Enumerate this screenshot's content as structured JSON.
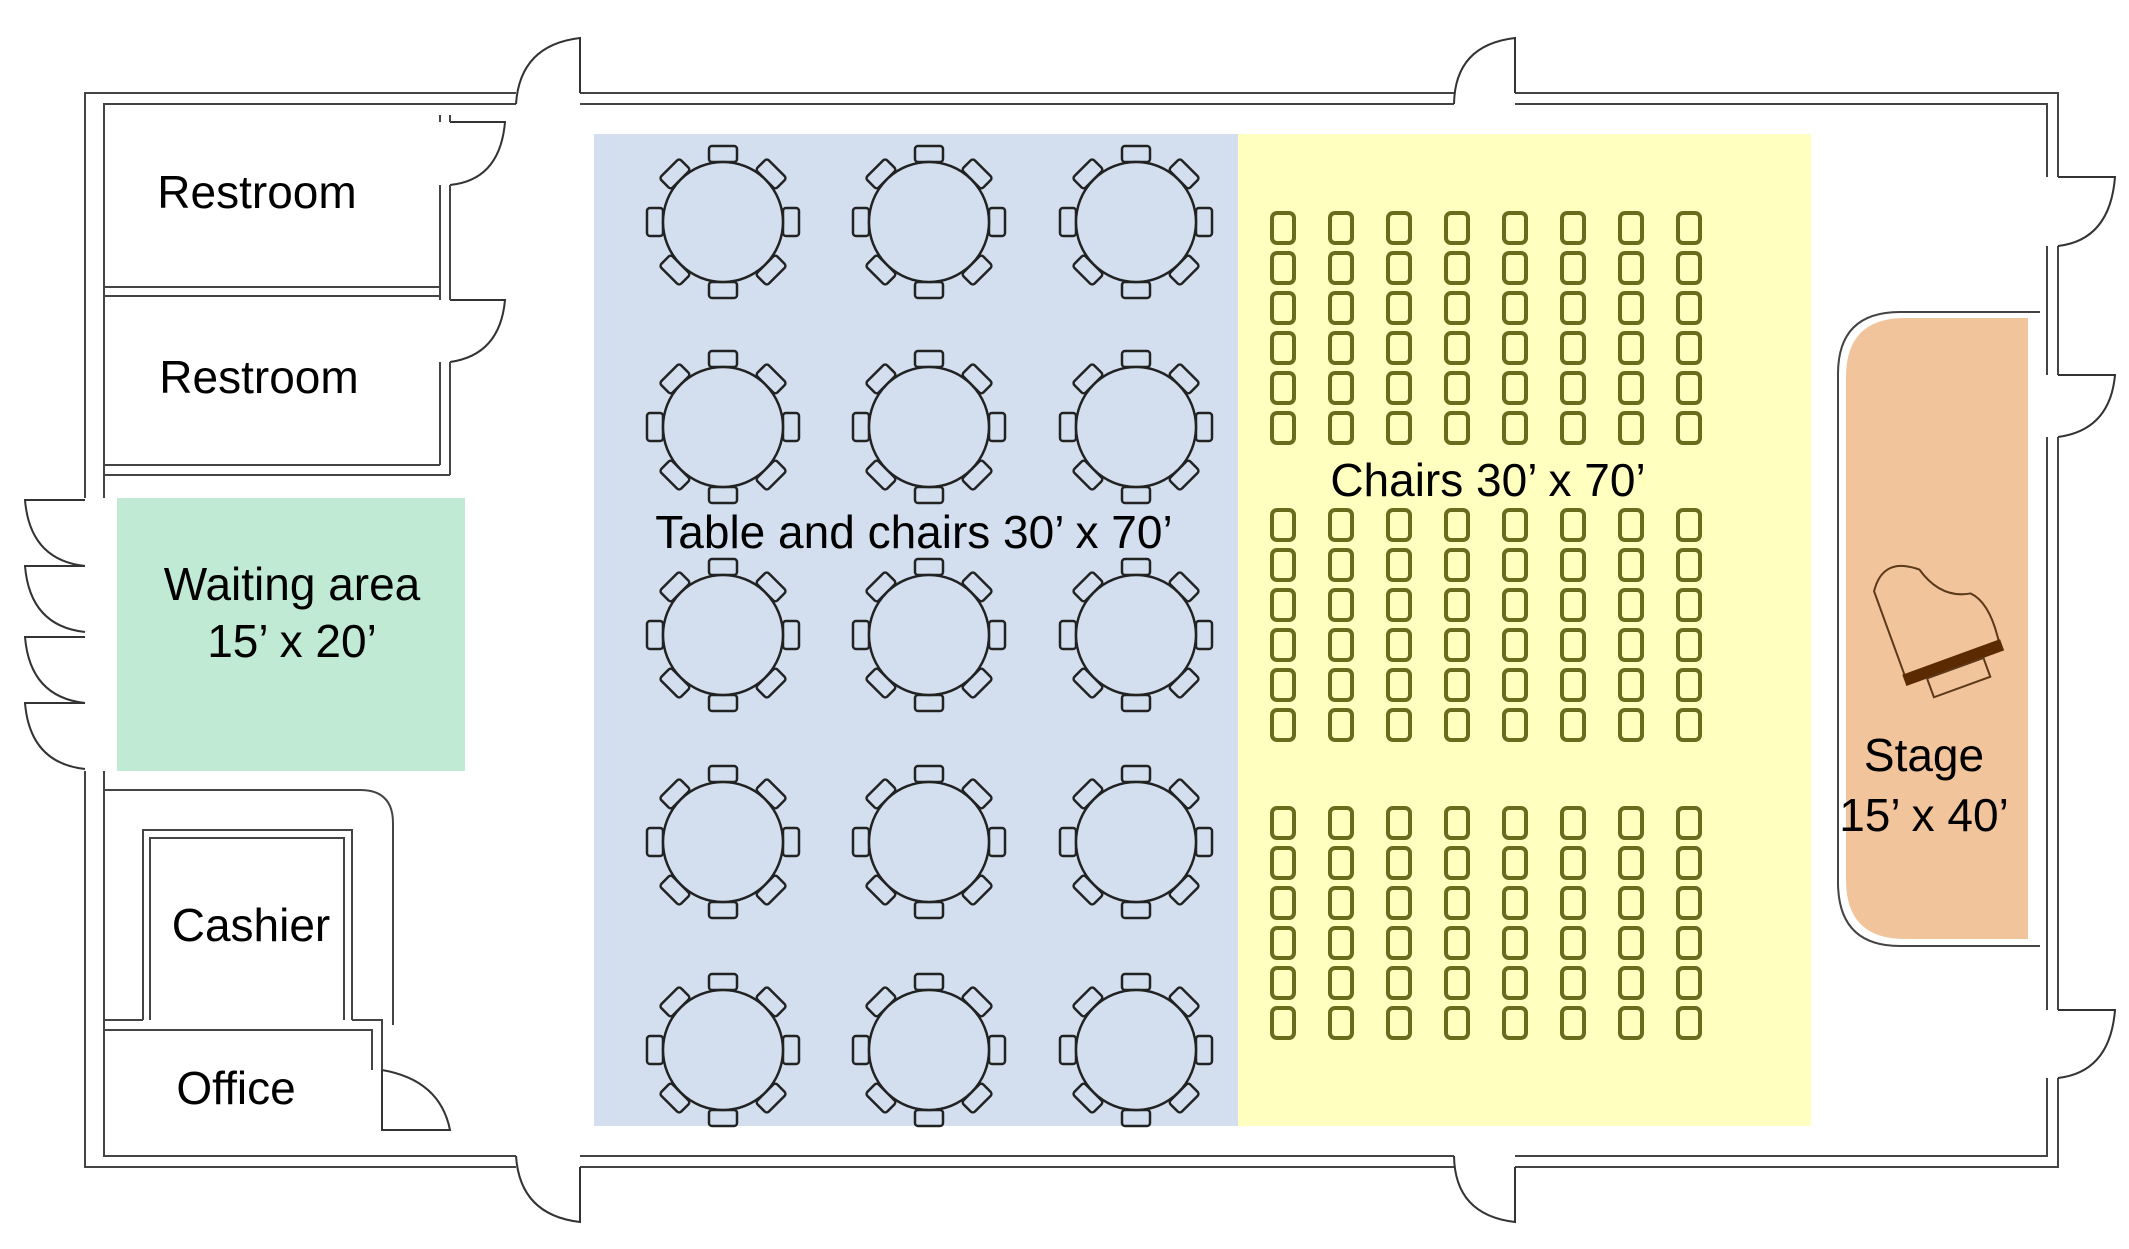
{
  "title": "Event hall floor plan",
  "rooms": {
    "restroom1": "Restroom",
    "restroom2": "Restroom",
    "cashier": "Cashier",
    "office": "Office"
  },
  "zones": {
    "waiting": {
      "name": "Waiting area",
      "size": "15’ x 20’",
      "color": "#c1ead4"
    },
    "tables": {
      "label": "Table and chairs 30’ x 70’",
      "color": "#d3dfee",
      "table_rows": 5,
      "table_cols": 3,
      "chairs_per_table": 8
    },
    "chairs": {
      "label": "Chairs 30’ x 70’",
      "color": "#ffffc0",
      "columns": 8,
      "groups": 3,
      "rows_per_group": 6,
      "chair_color": "#6b6b1e"
    },
    "stage": {
      "name": "Stage",
      "size": "15’ x 40’",
      "color": "#f2c49c"
    }
  }
}
